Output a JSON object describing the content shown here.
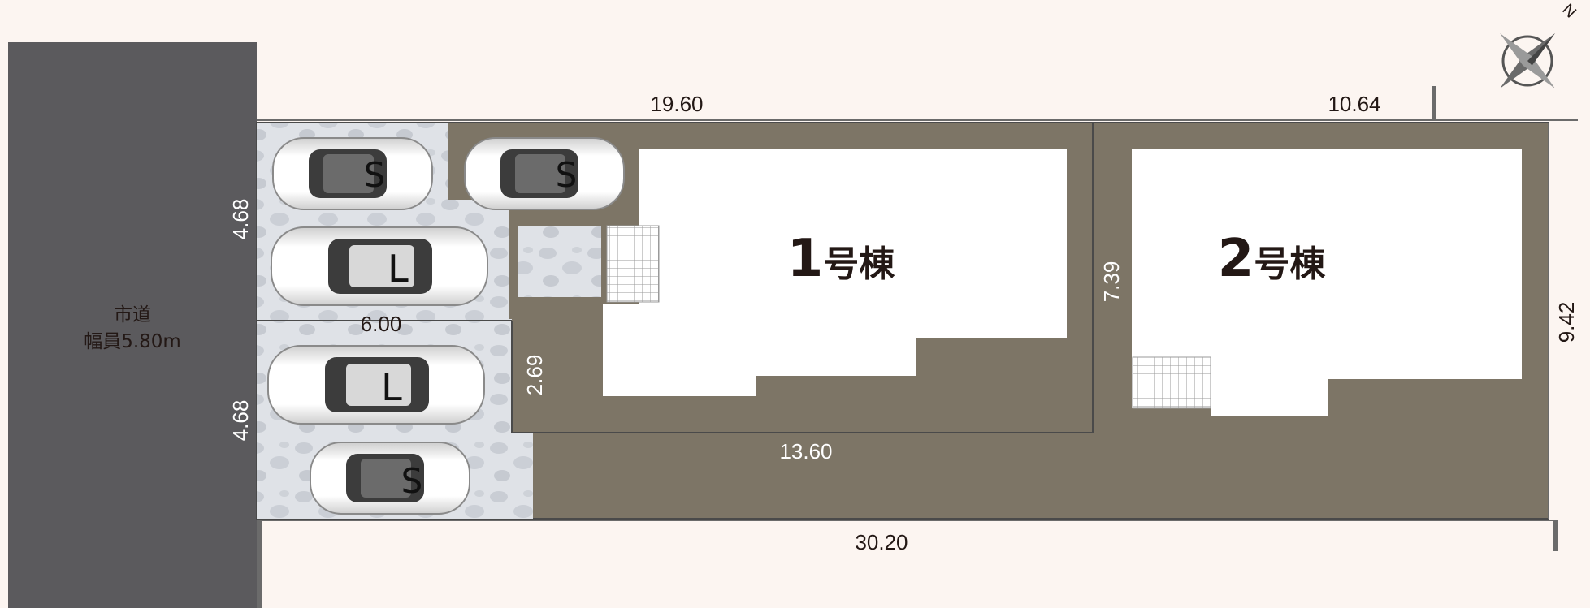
{
  "road": {
    "name": "市道",
    "width_label": "幅員5.80m"
  },
  "buildings": [
    {
      "label_num": "1",
      "label_suffix": "号棟"
    },
    {
      "label_num": "2",
      "label_suffix": "号棟"
    }
  ],
  "parking_spaces": [
    {
      "size": "S"
    },
    {
      "size": "S"
    },
    {
      "size": "L"
    },
    {
      "size": "L"
    },
    {
      "size": "S"
    }
  ],
  "dimensions": {
    "top_lot1": "19.60",
    "top_lot2": "10.64",
    "bottom_total": "30.20",
    "inner_bottom": "13.60",
    "left_upper": "4.68",
    "left_lower": "4.68",
    "driveway_width": "6.00",
    "driveway_depth": "2.69",
    "divider_depth": "7.39",
    "right_depth": "9.42"
  },
  "compass": {
    "north_label": "N"
  },
  "colors": {
    "background": "#fcf5f1",
    "road": "#5b5a5d",
    "lot_ground": "#7d7566",
    "paving": "#dcdfe4",
    "building": "#ffffff",
    "outline": "#4a4a4a"
  }
}
